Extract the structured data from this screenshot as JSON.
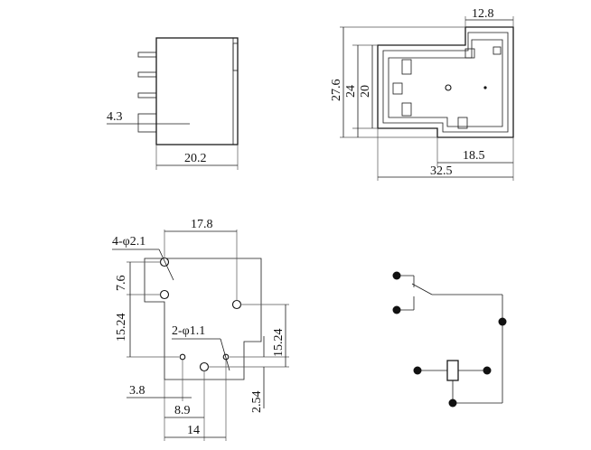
{
  "dimensions": {
    "side": {
      "width": "20.2",
      "pin_offset": "4.3"
    },
    "top": {
      "top_notch": "12.8",
      "height_total": "27.6",
      "height_mid": "24",
      "height_inner": "20",
      "bottom_partial": "18.5",
      "width_total": "32.5"
    },
    "footprint": {
      "big_holes": "4-φ2.1",
      "small_holes": "2-φ1.1",
      "top_span": "17.8",
      "left_pitch_small": "7.6",
      "left_pitch": "15.24",
      "right_pitch": "15.24",
      "bottom_left": "3.8",
      "bottom_small": "2.54",
      "bottom_mid": "8.9",
      "bottom_total": "14"
    }
  }
}
